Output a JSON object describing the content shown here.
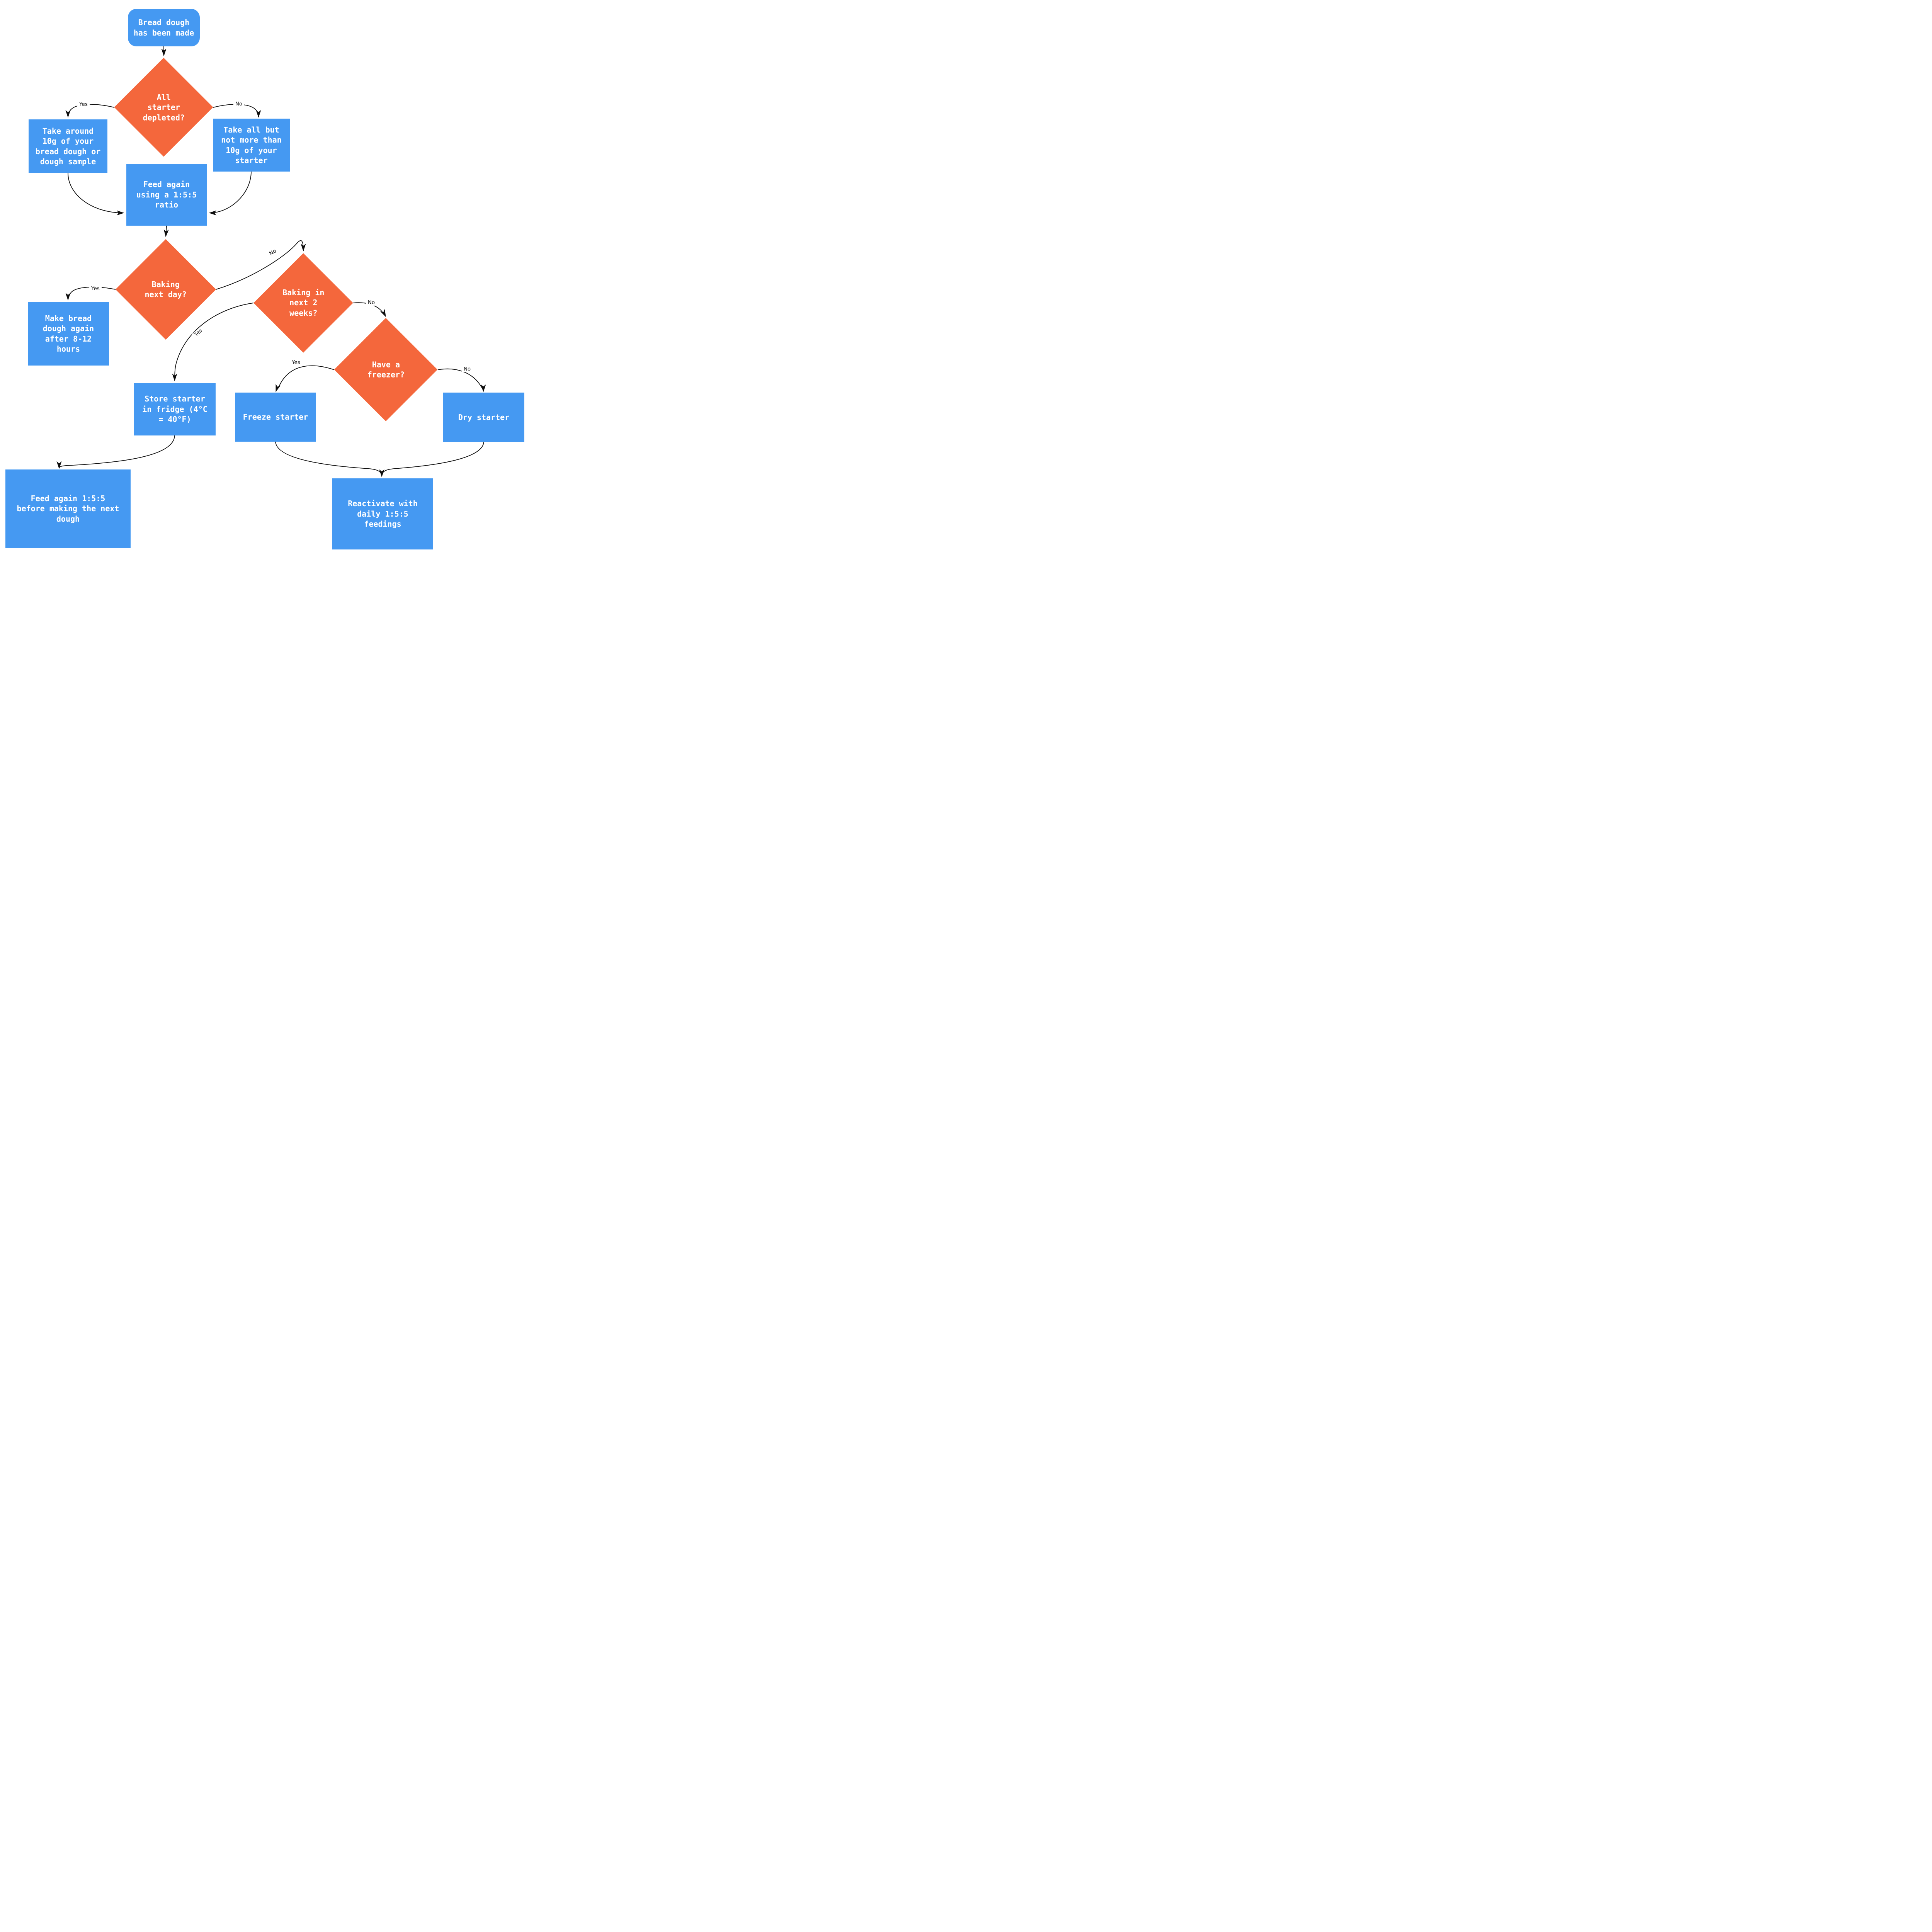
{
  "colors": {
    "background": "#ffffff",
    "process_fill": "#4599F2",
    "decision_fill": "#F4673C",
    "node_text": "#ffffff",
    "edge_stroke": "#0d0d0d",
    "edge_label_text": "#111111"
  },
  "nodes": {
    "start": {
      "label": "Bread dough has been made",
      "type": "start"
    },
    "all_starter_depleted": {
      "label": "All starter depleted?",
      "type": "decision"
    },
    "take_10g_dough": {
      "label": "Take around 10g of your bread dough or dough sample",
      "type": "process"
    },
    "take_all_but_10g": {
      "label": "Take all but not more than 10g of your starter",
      "type": "process"
    },
    "feed_155": {
      "label": "Feed again using a 1:5:5 ratio",
      "type": "process"
    },
    "baking_next_day": {
      "label": "Baking next day?",
      "type": "decision"
    },
    "make_dough_again": {
      "label": "Make bread dough again after 8-12 hours",
      "type": "process"
    },
    "baking_2_weeks": {
      "label": "Baking in next 2 weeks?",
      "type": "decision"
    },
    "have_freezer": {
      "label": "Have a freezer?",
      "type": "decision"
    },
    "store_fridge": {
      "label": "Store starter in fridge (4°C = 40°F)",
      "type": "process"
    },
    "freeze_starter": {
      "label": "Freeze starter",
      "type": "process"
    },
    "dry_starter": {
      "label": "Dry starter",
      "type": "process"
    },
    "feed_before_next_dough": {
      "label": "Feed again 1:5:5 before making the next dough",
      "type": "process"
    },
    "reactivate": {
      "label": "Reactivate with daily 1:5:5 feedings",
      "type": "process"
    }
  },
  "edges": {
    "depleted_yes": {
      "label": "Yes"
    },
    "depleted_no": {
      "label": "No"
    },
    "next_day_yes": {
      "label": "Yes"
    },
    "next_day_no": {
      "label": "No"
    },
    "two_weeks_yes": {
      "label": "Yes"
    },
    "two_weeks_no": {
      "label": "No"
    },
    "freezer_yes": {
      "label": "Yes"
    },
    "freezer_no": {
      "label": "No"
    }
  }
}
